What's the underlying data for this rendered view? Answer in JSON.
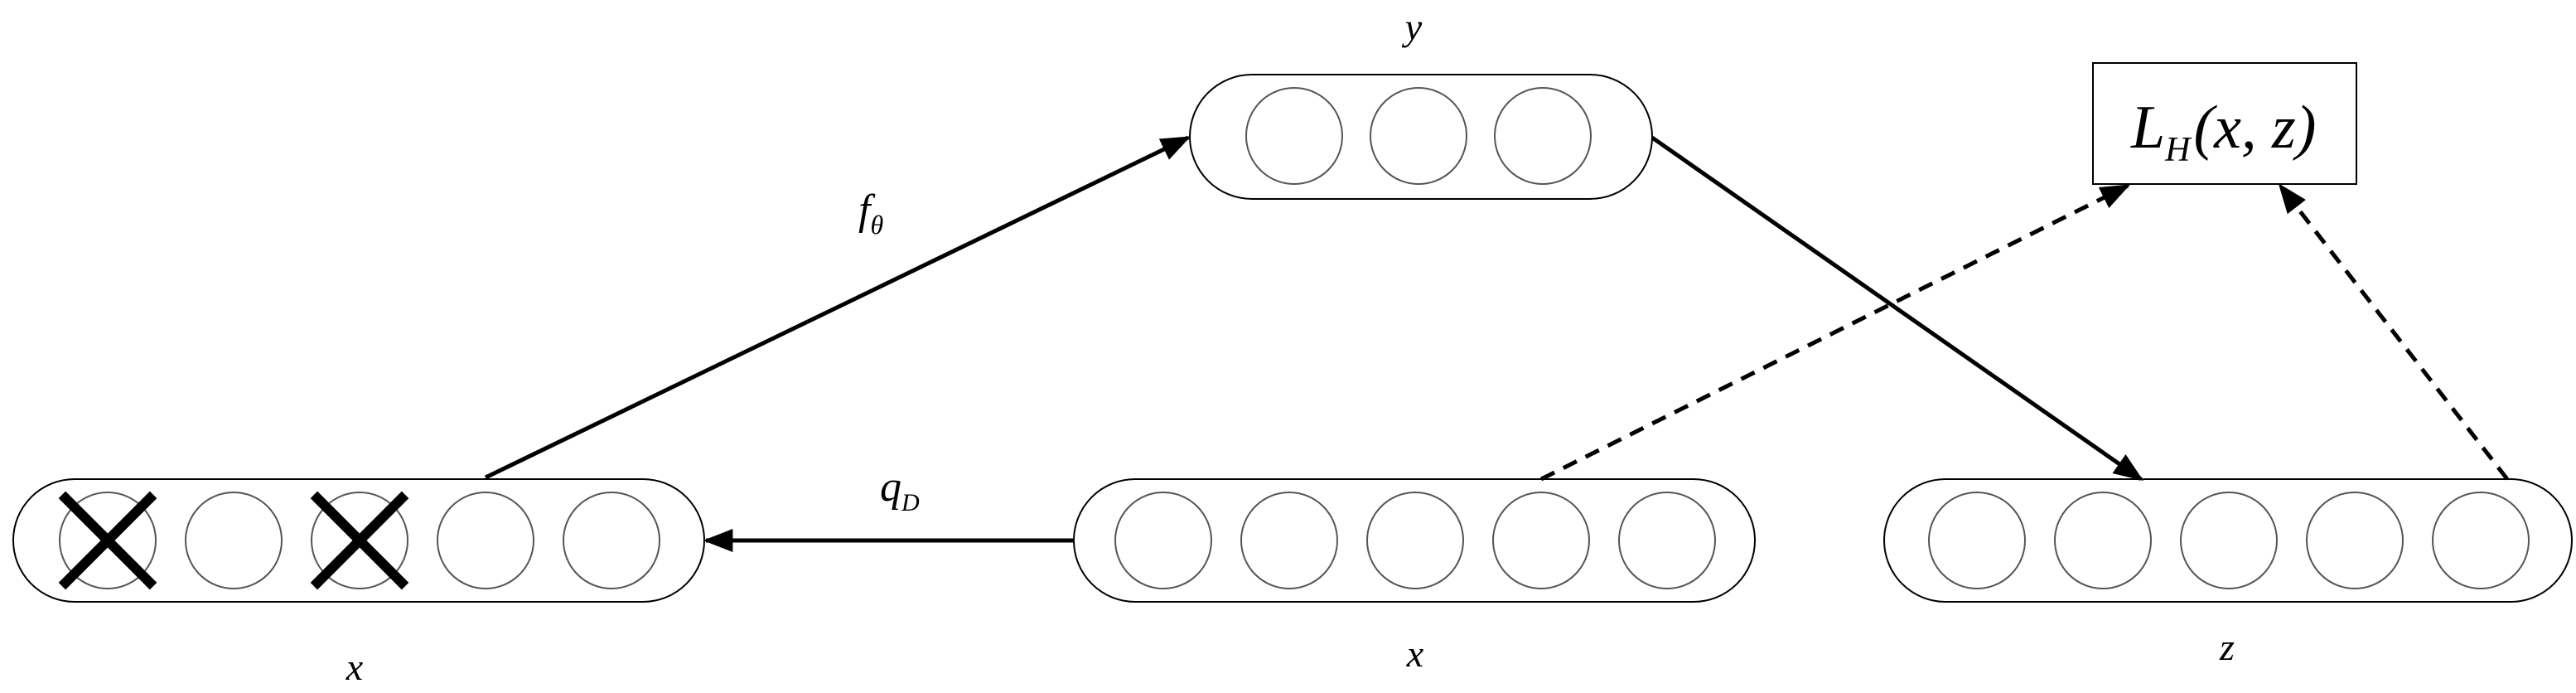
{
  "labels": {
    "corrupted_layer": "x",
    "input_layer": "x",
    "hidden_layer": "y",
    "output_layer": "z",
    "encoder_base": "f",
    "encoder_sub": "θ",
    "corruption_base": "q",
    "corruption_sub": "D",
    "loss_base": "L",
    "loss_sub": "H",
    "loss_args": "(x, z)"
  },
  "layers": {
    "corrupted": {
      "units": 5,
      "crossed_units": [
        1,
        3
      ]
    },
    "input": {
      "units": 5
    },
    "hidden": {
      "units": 3
    },
    "output": {
      "units": 5
    }
  },
  "colors": {
    "stroke": "#000000",
    "unit_stroke": "#555555",
    "background": "#ffffff"
  }
}
